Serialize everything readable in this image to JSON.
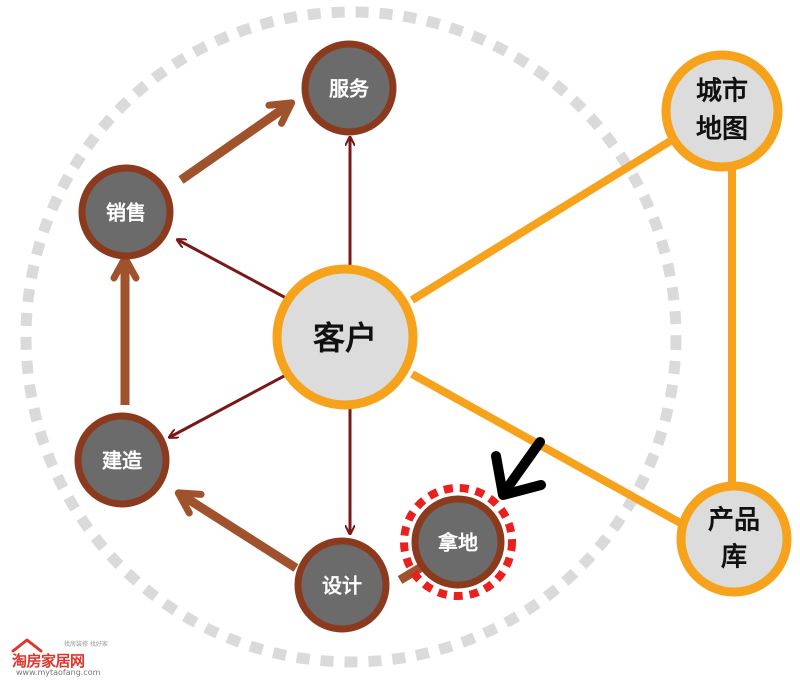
{
  "diagram": {
    "center": "客户",
    "cycle_nodes": {
      "service": "服务",
      "sales": "销售",
      "construction": "建造",
      "design": "设计",
      "land_acquisition": "拿地"
    },
    "resources": {
      "city_map": [
        "城市",
        "地图"
      ],
      "product_library": [
        "产品",
        "库"
      ]
    },
    "colors": {
      "brown_node": "#6b6b6b",
      "brown_ring": "#8b3a1e",
      "dark_red_arrow": "#7a1818",
      "process_arrow": "#a0522d",
      "orange": "#f7a21b",
      "center_fill": "#dcdcdc",
      "dotted_ring": "#dadada",
      "highlight_dash": "#e8201e",
      "pointer_arrow": "#000000"
    }
  },
  "watermark": {
    "brand": "淘房家居网",
    "tagline": "找房装修 找好家",
    "url": "www.mytaofang.com"
  }
}
